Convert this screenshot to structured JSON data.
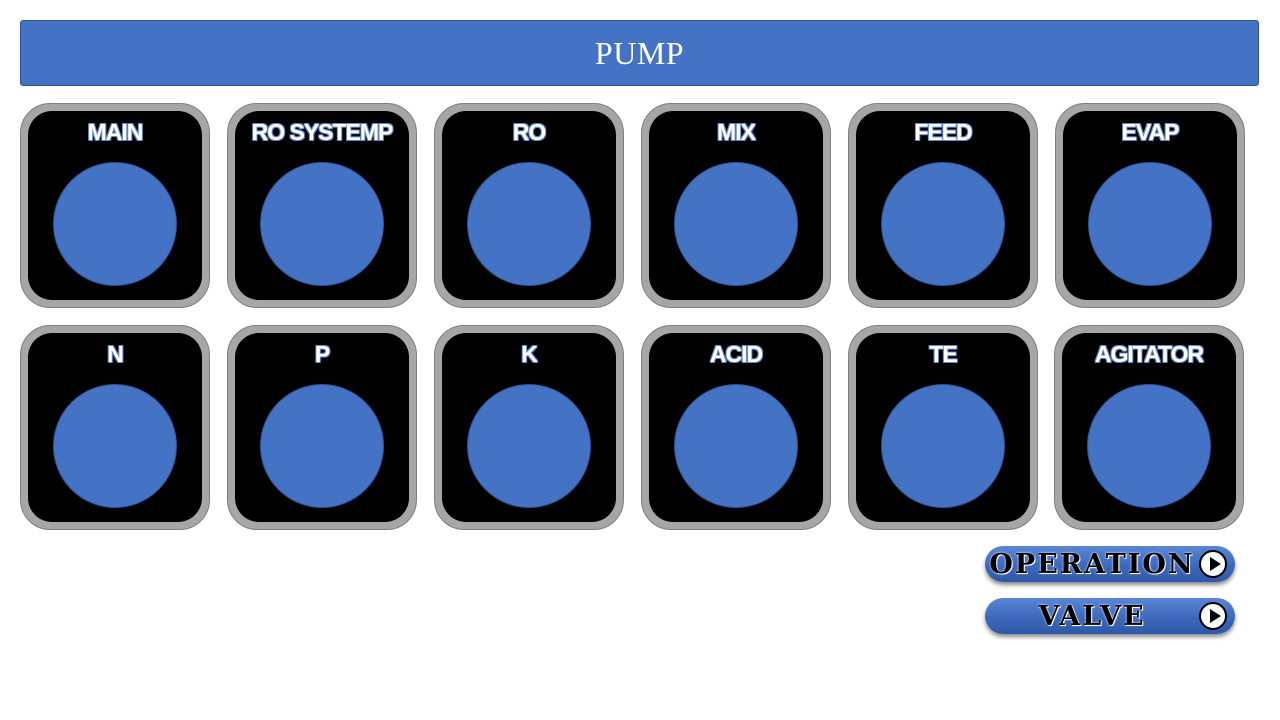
{
  "header": {
    "title": "PUMP"
  },
  "pumps": {
    "row1": [
      {
        "label": "MAIN"
      },
      {
        "label": "RO SYSTEMP"
      },
      {
        "label": "RO"
      },
      {
        "label": "MIX"
      },
      {
        "label": "FEED"
      },
      {
        "label": "EVAP"
      }
    ],
    "row2": [
      {
        "label": "N"
      },
      {
        "label": "P"
      },
      {
        "label": "K"
      },
      {
        "label": "ACID"
      },
      {
        "label": "TE"
      },
      {
        "label": "AGITATOR"
      }
    ]
  },
  "navigation": {
    "operation_label": "OPERATION",
    "valve_label": "VALVE",
    "arrow_icon": "play-circle-icon"
  },
  "colors": {
    "accent": "#4472c4",
    "tile_frame": "#a6a6a6",
    "tile_face": "#000000",
    "indicator": "#4472c4"
  }
}
